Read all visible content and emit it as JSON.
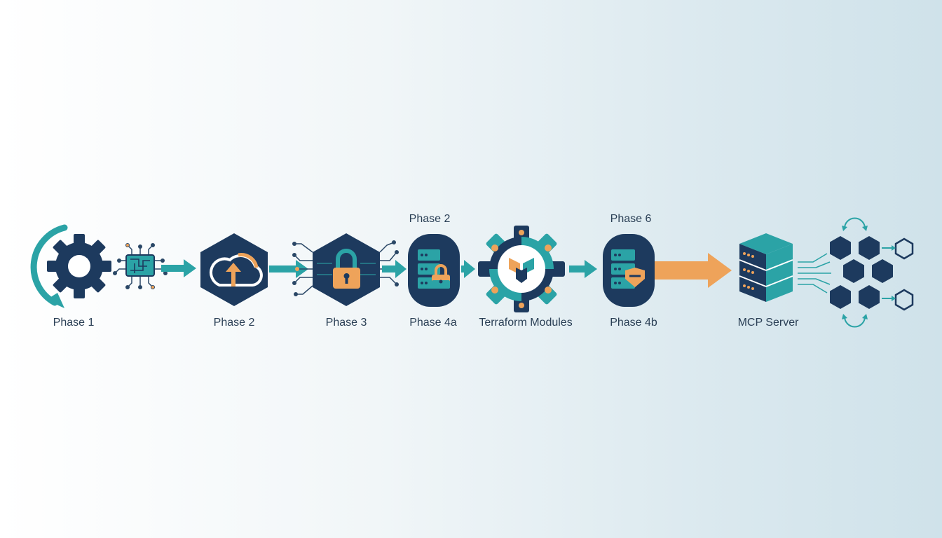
{
  "colors": {
    "navy": "#1d3a5e",
    "teal": "#2ba3a6",
    "orange": "#eea35a",
    "text": "#2a3f55"
  },
  "stages": [
    {
      "id": "phase-1",
      "label": "Phase 1",
      "icon": "gear-cycle-icon"
    },
    {
      "id": "phase-2",
      "label": "Phase 2",
      "icon": "cloud-upload-icon"
    },
    {
      "id": "phase-3",
      "label": "Phase 3",
      "icon": "padlock-icon"
    },
    {
      "id": "phase-4a",
      "label": "Phase 4a",
      "top_label": "Phase 2",
      "icon": "server-lock-icon"
    },
    {
      "id": "terraform",
      "label": "Terraform Modules",
      "icon": "terraform-gear-icon"
    },
    {
      "id": "phase-4b",
      "label": "Phase 4b",
      "top_label": "Phase 6",
      "icon": "server-shield-icon"
    },
    {
      "id": "mcp-server",
      "label": "MCP Server",
      "icon": "server-stack-icon"
    }
  ],
  "extras": [
    {
      "id": "chip",
      "icon": "circuit-chip-icon"
    },
    {
      "id": "hex-network",
      "icon": "hexagon-network-icon"
    }
  ]
}
